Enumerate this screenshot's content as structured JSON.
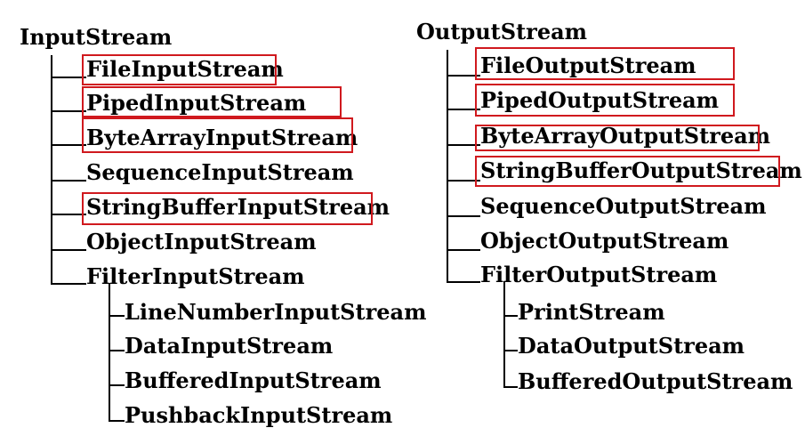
{
  "highlight_color": "#d0191e",
  "line_color": "#000000",
  "input_tree": {
    "root": "InputStream",
    "children": [
      {
        "label": "FileInputStream",
        "highlighted": true
      },
      {
        "label": "PipedInputStream",
        "highlighted": true
      },
      {
        "label": "ByteArrayInputStream",
        "highlighted": true
      },
      {
        "label": "SequenceInputStream",
        "highlighted": false
      },
      {
        "label": "StringBufferInputStream",
        "highlighted": true
      },
      {
        "label": "ObjectInputStream",
        "highlighted": false
      },
      {
        "label": "FilterInputStream",
        "highlighted": false
      }
    ],
    "filter_children": [
      "LineNumberInputStream",
      "DataInputStream",
      "BufferedInputStream",
      "PushbackInputStream"
    ]
  },
  "output_tree": {
    "root": "OutputStream",
    "children": [
      {
        "label": "FileOutputStream",
        "highlighted": true
      },
      {
        "label": "PipedOutputStream",
        "highlighted": true
      },
      {
        "label": "ByteArrayOutputStream",
        "highlighted": true
      },
      {
        "label": "StringBufferOutputStream",
        "highlighted": true
      },
      {
        "label": "SequenceOutputStream",
        "highlighted": false
      },
      {
        "label": "ObjectOutputStream",
        "highlighted": false
      },
      {
        "label": "FilterOutputStream",
        "highlighted": false
      }
    ],
    "filter_children": [
      "PrintStream",
      "DataOutputStream",
      "BufferedOutputStream"
    ]
  }
}
